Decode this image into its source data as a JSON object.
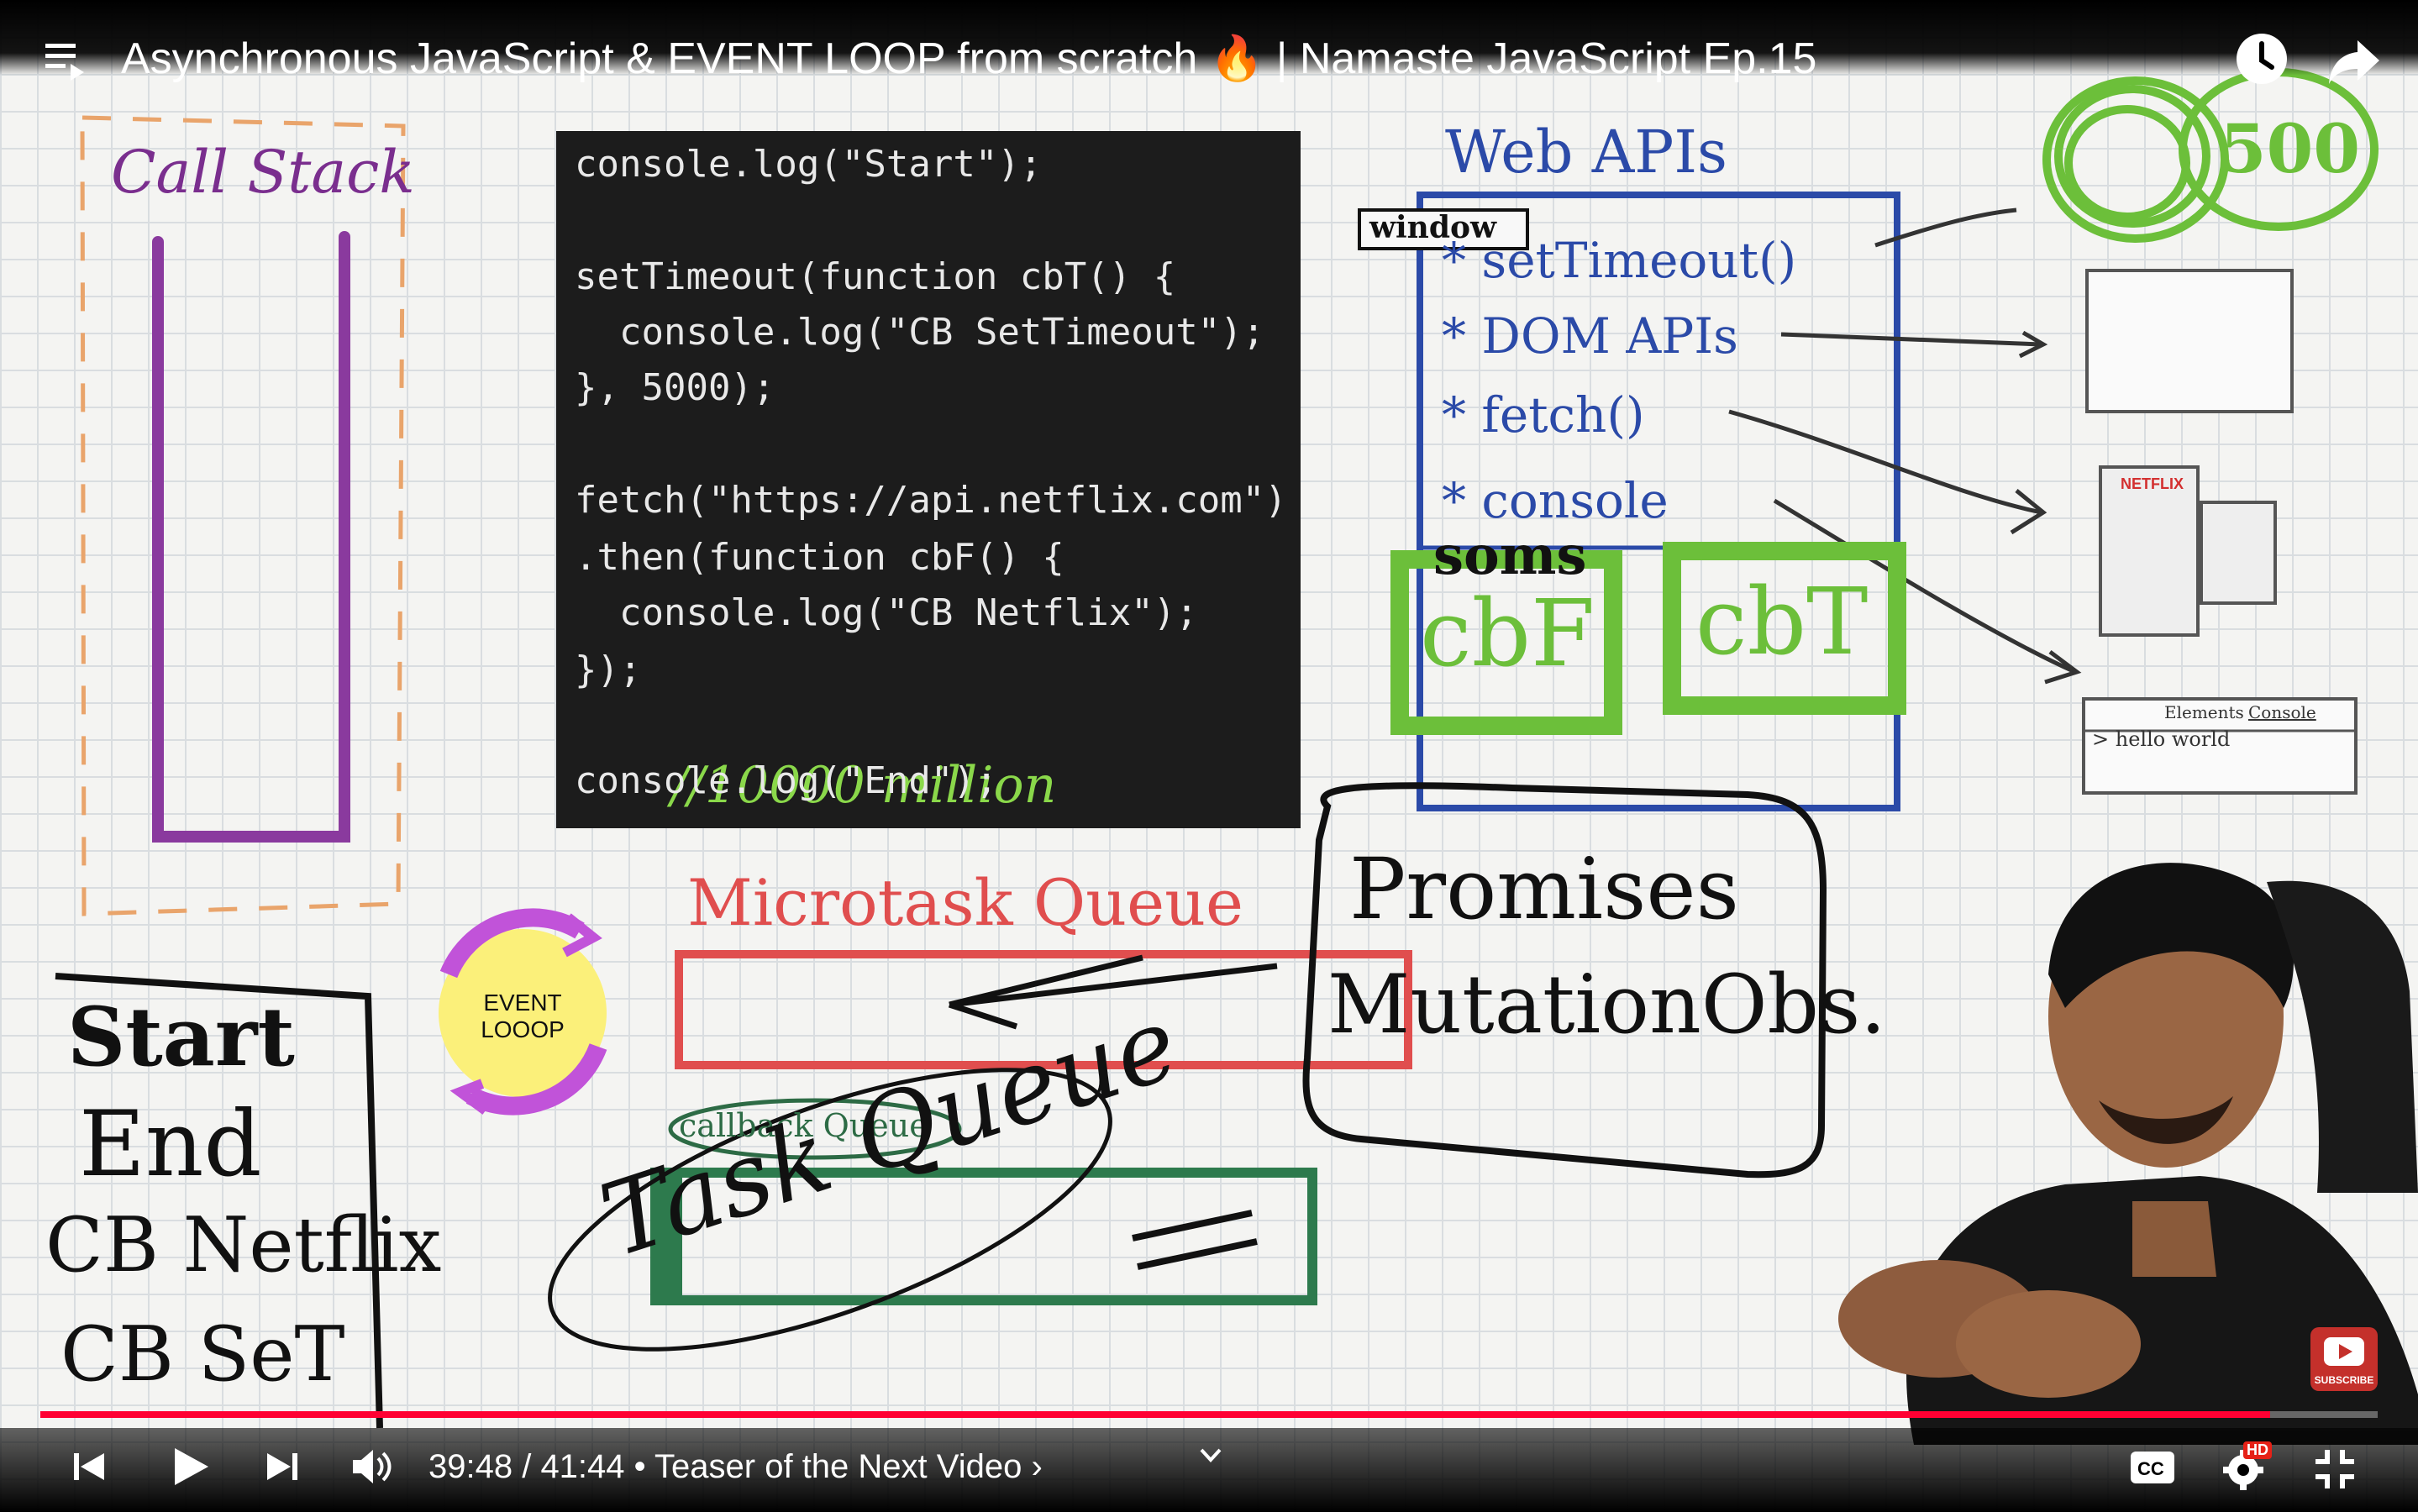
{
  "title_bar": {
    "title": "Asynchronous JavaScript & EVENT LOOP from scratch 🔥 | Namaste JavaScript Ep.15",
    "icons": [
      "playlist-icon",
      "watch-later-icon",
      "share-icon"
    ]
  },
  "code": {
    "lines": [
      "console.log(\"Start\");",
      "",
      "setTimeout(function cbT() {",
      "  console.log(\"CB SetTimeout\");",
      "}, 5000);",
      "",
      "fetch(\"https://api.netflix.com\")",
      ".then(function cbF() {",
      "  console.log(\"CB Netflix\");",
      "});",
      "//10000 million",
      "console.log(\"End\");"
    ]
  },
  "whiteboard": {
    "call_stack_label": "Call Stack",
    "web_apis_label": "Web APIs",
    "window_label": "window",
    "web_api_items": [
      "* setTimeout()",
      "* DOM APIs",
      "* fetch()",
      "* console"
    ],
    "timer_label": "500",
    "soms_label": "soms",
    "cbF_label": "cbF",
    "cbT_label": "cbT",
    "microtask_label": "Microtask Queue",
    "event_loop_label": "EVENT LOOOP",
    "promises_label": "Promises",
    "mutation_label": "MutationObs.",
    "callback_queue_label": "callback Queue",
    "task_queue_label": "Task Queue",
    "console_output": [
      "Start",
      "End",
      "CB Netflix",
      "CB SeT"
    ],
    "devtools_tabs": [
      "Elements",
      "Console"
    ],
    "devtools_output": "> hello world",
    "netflix_label": "NETFLIX"
  },
  "player": {
    "current_time": "39:48",
    "duration": "41:44",
    "chapter": "Teaser of the Next Video",
    "time_text": "39:48 / 41:44 • Teaser of the Next Video ›",
    "progress": 0.954,
    "badges": {
      "hd": "HD",
      "subscribe": "SUBSCRIBE"
    },
    "colors": {
      "progress": "#ff0033",
      "title": "#ffffff"
    }
  }
}
